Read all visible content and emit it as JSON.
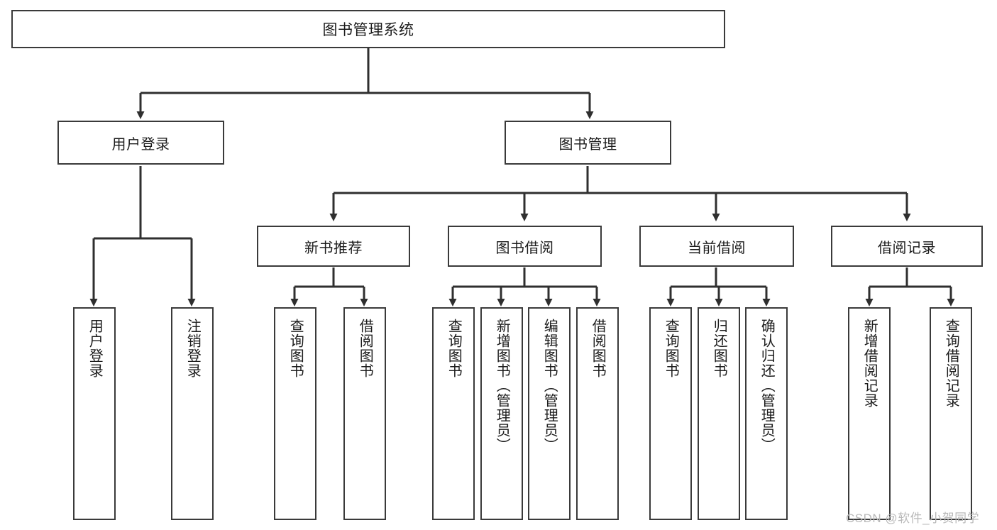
{
  "diagram": {
    "title": "图书管理系统",
    "type": "tree",
    "colors": {
      "box_border": "#3a3a3a",
      "box_fill": "#ffffff",
      "connector": "#2f2f2f",
      "text": "#1b1b1b",
      "watermark": "#b9b9b9"
    },
    "root": {
      "label": "图书管理系统"
    },
    "level2": [
      {
        "label": "用户登录"
      },
      {
        "label": "图书管理"
      }
    ],
    "level3": [
      {
        "label": "新书推荐"
      },
      {
        "label": "图书借阅"
      },
      {
        "label": "当前借阅"
      },
      {
        "label": "借阅记录"
      }
    ],
    "leaves": {
      "user_login": [
        {
          "label": "用户登录"
        },
        {
          "label": "注销登录"
        }
      ],
      "new_book_recommend": [
        {
          "label": "查询图书"
        },
        {
          "label": "借阅图书"
        }
      ],
      "book_borrow": [
        {
          "label": "查询图书"
        },
        {
          "label": "新增图书（管理员）"
        },
        {
          "label": "编辑图书（管理员）"
        },
        {
          "label": "借阅图书"
        }
      ],
      "current_borrow": [
        {
          "label": "查询图书"
        },
        {
          "label": "归还图书"
        },
        {
          "label": "确认归还（管理员）"
        }
      ],
      "borrow_record": [
        {
          "label": "新增借阅记录"
        },
        {
          "label": "查询借阅记录"
        }
      ]
    }
  },
  "watermark": {
    "text": "CSDN @软件_小贺同学"
  }
}
